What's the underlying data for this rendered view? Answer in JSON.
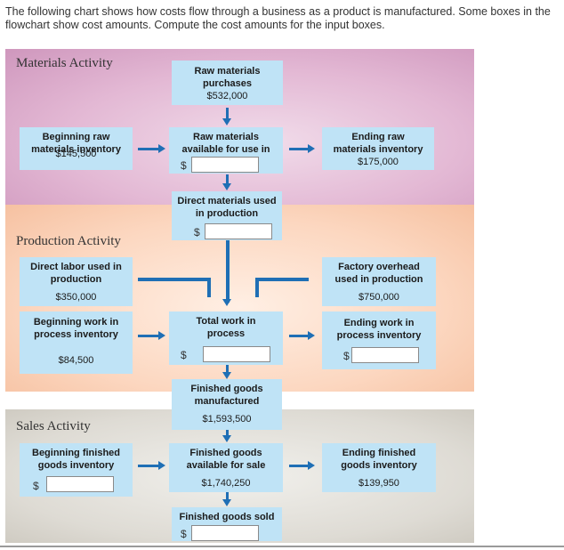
{
  "intro": "The following chart shows how costs flow through a business as a product is manufactured. Some boxes in the flowchart show cost amounts. Compute the cost amounts for the input boxes.",
  "sections": {
    "materials": "Materials Activity",
    "production": "Production Activity",
    "sales": "Sales Activity"
  },
  "boxes": {
    "raw_purchases": {
      "label": "Raw materials purchases",
      "amount": "$532,000"
    },
    "beginning_raw": {
      "label": "Beginning raw materials inventory",
      "amount": "$145,500"
    },
    "raw_available": {
      "label": "Raw materials available for use in production",
      "currency": "$",
      "input": ""
    },
    "ending_raw": {
      "label": "Ending raw materials inventory",
      "amount": "$175,000"
    },
    "direct_materials": {
      "label": "Direct materials used in production",
      "currency": "$",
      "input": ""
    },
    "direct_labor": {
      "label": "Direct labor used in production",
      "amount": "$350,000"
    },
    "factory_overhead": {
      "label": "Factory overhead used in production",
      "amount": "$750,000"
    },
    "beginning_wip": {
      "label": "Beginning work in process inventory",
      "amount": "$84,500"
    },
    "total_wip": {
      "label": "Total work in process",
      "currency": "$",
      "input": ""
    },
    "ending_wip": {
      "label": "Ending work in process inventory",
      "currency": "$",
      "input": ""
    },
    "finished_manufactured": {
      "label": "Finished goods manufactured",
      "amount": "$1,593,500"
    },
    "beginning_finished": {
      "label": "Beginning finished goods inventory",
      "currency": "$",
      "input": ""
    },
    "finished_available": {
      "label": "Finished goods available for sale",
      "amount": "$1,740,250"
    },
    "ending_finished": {
      "label": "Ending finished goods inventory",
      "amount": "$139,950"
    },
    "finished_sold": {
      "label": "Finished goods sold",
      "currency": "$",
      "input": ""
    }
  },
  "colors": {
    "arrow": "#1f6fb5",
    "box": "#bfe3f6",
    "materials_band": "#e3b8d4",
    "production_band": "#fcd7c0",
    "sales_band": "#dedbd4"
  }
}
